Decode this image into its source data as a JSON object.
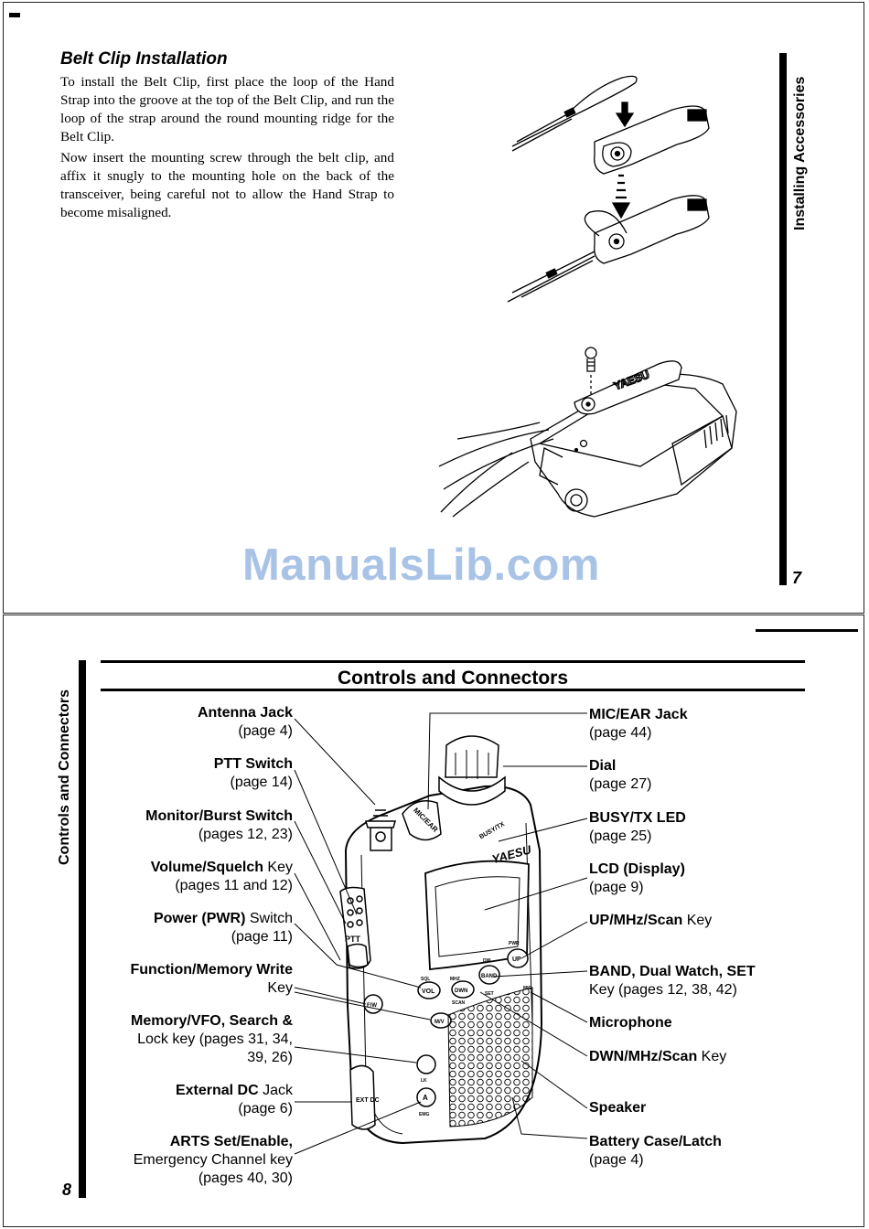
{
  "page7": {
    "section_title": "Belt Clip Installation",
    "paragraphs": [
      "To install the Belt Clip, first place the loop of the Hand Strap into the groove at the top of the Belt Clip, and run the loop of the strap around the round mounting ridge for the Belt Clip.",
      "Now insert the mounting screw through the belt clip, and affix it snugly to the mounting hole on the back of the transceiver, being careful not to allow the Hand Strap to become misaligned."
    ],
    "side_title": "Installing Accessories",
    "page_number": "7",
    "brand_on_clip": "YAESU"
  },
  "watermark": "ManualsLib.com",
  "page8": {
    "side_title": "Controls and Connectors",
    "page_number": "8",
    "title": "Controls and Connectors",
    "left_labels": [
      {
        "name": "Antenna Jack",
        "suffix": "",
        "ref": "(page 4)"
      },
      {
        "name": "PTT Switch",
        "suffix": "",
        "ref": "(page 14)"
      },
      {
        "name": "Monitor/Burst Switch",
        "suffix": "",
        "ref": "(pages 12, 23)"
      },
      {
        "name": "Volume/Squelch",
        "suffix": " Key",
        "ref": "(pages 11 and 12)"
      },
      {
        "name": "Power (PWR)",
        "suffix": " Switch",
        "ref": "(page 11)"
      },
      {
        "name": "Function/Memory Write",
        "suffix": "",
        "ref": "Key"
      },
      {
        "name": "Memory/VFO, Search &",
        "suffix": "",
        "ref": "Lock key (pages 31, 34,",
        "ref2": "39, 26)"
      },
      {
        "name": "External DC",
        "suffix": " Jack",
        "ref": "(page 6)"
      },
      {
        "name": "ARTS Set/Enable,",
        "suffix": "",
        "ref": "Emergency Channel key",
        "ref2": "(pages 40, 30)"
      }
    ],
    "right_labels": [
      {
        "name": "MIC/EAR Jack",
        "suffix": "",
        "ref": "(page 44)"
      },
      {
        "name": "Dial",
        "suffix": "",
        "ref": "(page 27)"
      },
      {
        "name": "BUSY/TX LED",
        "suffix": "",
        "ref": "(page 25)"
      },
      {
        "name": "LCD (Display)",
        "suffix": "",
        "ref": "(page 9)"
      },
      {
        "name": "UP/MHz/Scan",
        "suffix": " Key",
        "ref": ""
      },
      {
        "name": "BAND, Dual Watch, SET",
        "suffix": "",
        "ref": "Key (pages 12, 38, 42)"
      },
      {
        "name": "Microphone",
        "suffix": "",
        "ref": ""
      },
      {
        "name": "DWN/MHz/Scan",
        "suffix": " Key",
        "ref": ""
      },
      {
        "name": "Speaker",
        "suffix": "",
        "ref": ""
      },
      {
        "name": "Battery Case/Latch",
        "suffix": "",
        "ref": "(page 4)"
      }
    ],
    "radio_markings": {
      "mic_ear": "MIC/EAR",
      "busy_tx": "BUSY/TX",
      "brand": "YAESU",
      "ptt": "PTT",
      "ext_dc": "EXT DC",
      "key_vol": "VOL",
      "key_dwn": "DWN",
      "key_band": "BAND",
      "key_up": "UP",
      "key_fw": "F/W",
      "key_mv": "M/V",
      "key_arts": "A",
      "lbl_scan": "SCAN",
      "lbl_set": "SET",
      "lbl_mhz": "MHZ",
      "lbl_sql": "SQL",
      "lbl_dw": "DW",
      "lbl_lk": "LK",
      "lbl_emg": "EMG",
      "lbl_mic": "MIC",
      "lbl_pwr": "PWR"
    }
  }
}
